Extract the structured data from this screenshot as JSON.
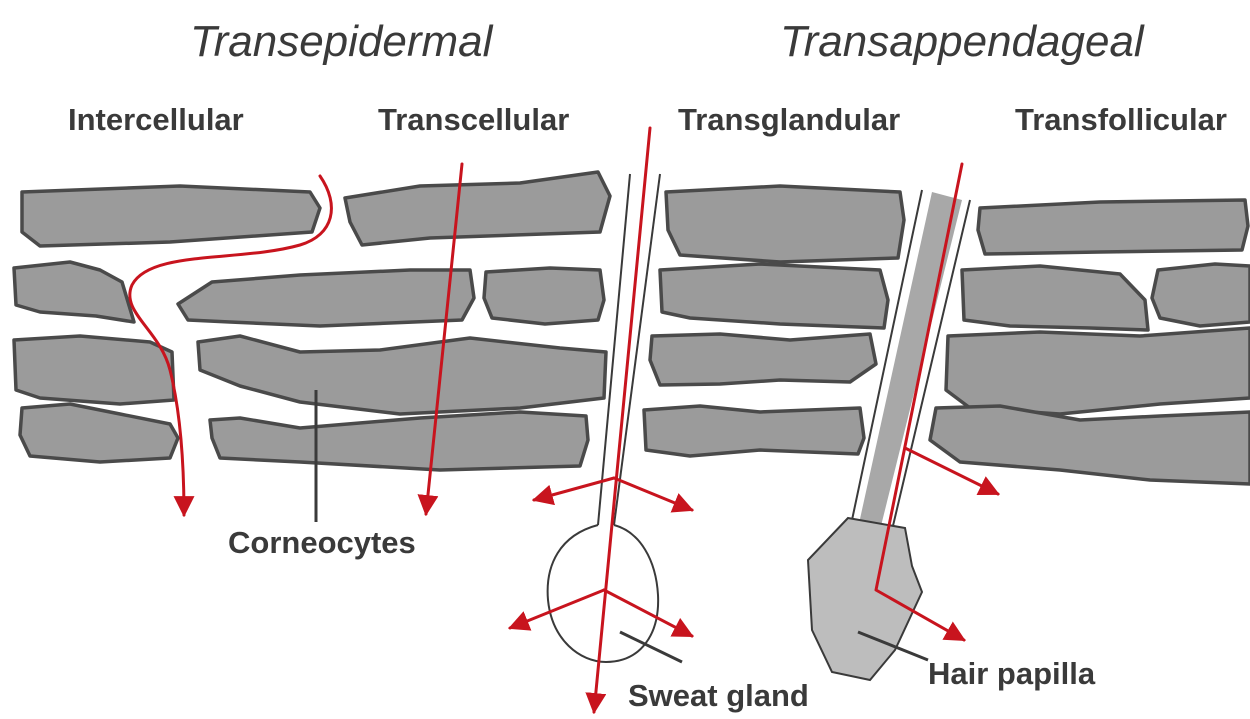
{
  "colors": {
    "route": "#c8141e",
    "cell_fill": "#9b9b9b",
    "cell_stroke": "#4a4a4a",
    "text": "#3a3a3a",
    "hair_shaft": "#a8a8a8",
    "papilla": "#bdbdbd"
  },
  "headings": {
    "transepidermal": "Transepidermal",
    "transappendageal": "Transappendageal"
  },
  "routes": {
    "intercellular": "Intercellular",
    "transcellular": "Transcellular",
    "transglandular": "Transglandular",
    "transfollicular": "Transfollicular"
  },
  "labels": {
    "corneocytes": "Corneocytes",
    "sweat_gland": "Sweat gland",
    "hair_papilla": "Hair papilla"
  }
}
